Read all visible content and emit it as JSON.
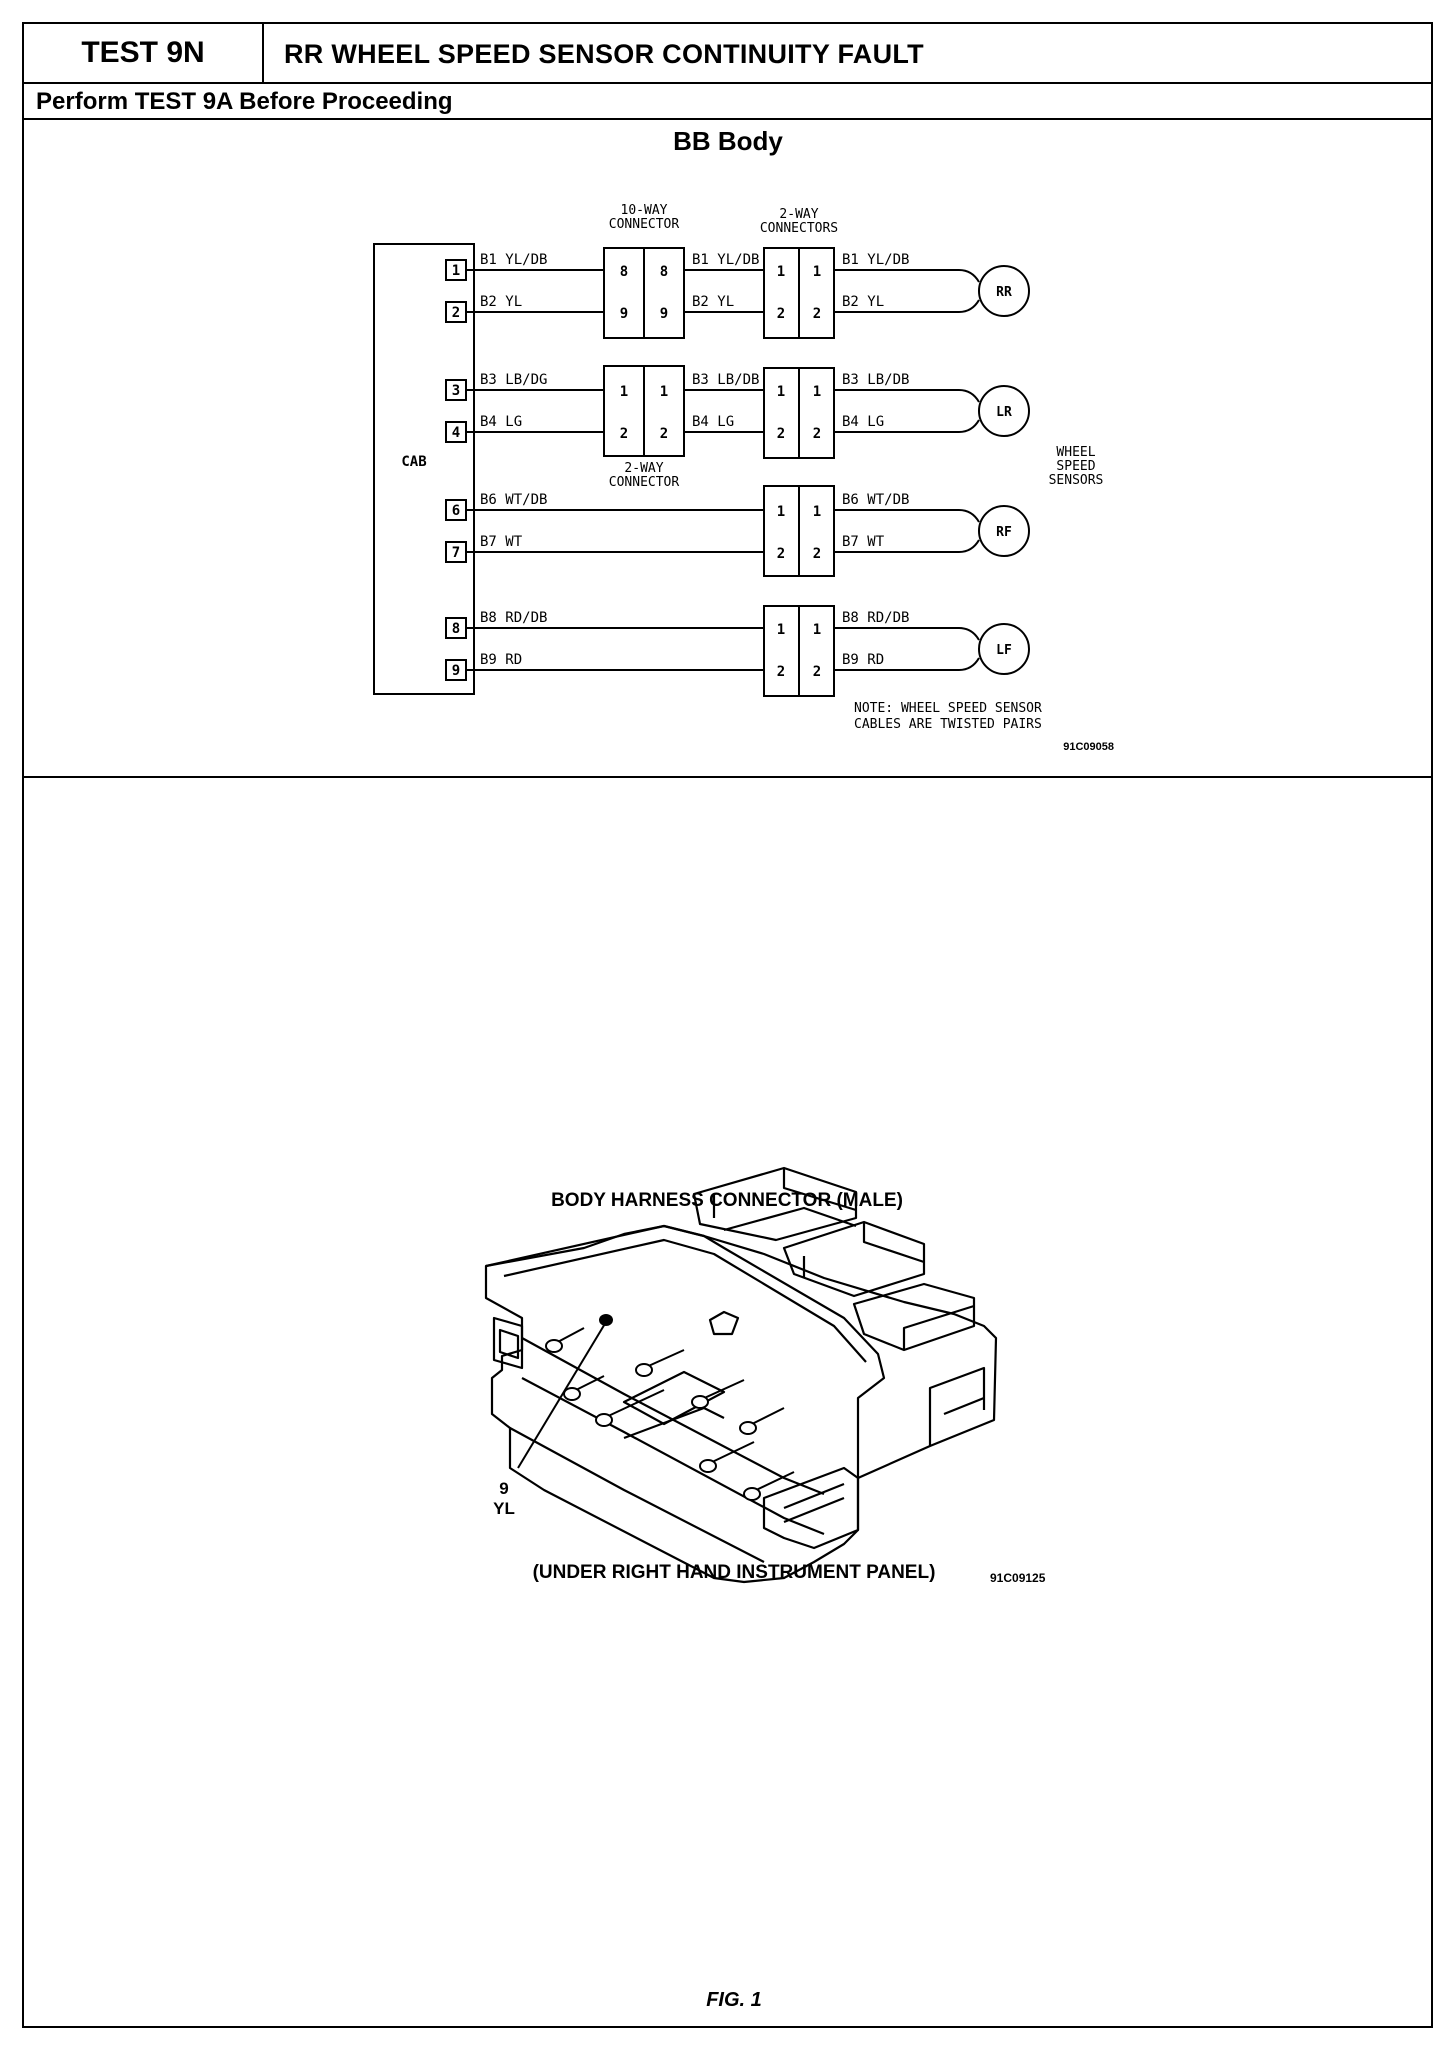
{
  "header": {
    "test_id": "TEST 9N",
    "title": "RR WHEEL SPEED SENSOR CONTINUITY FAULT",
    "prerequisite": "Perform TEST 9A Before Proceeding"
  },
  "schematic": {
    "title": "BB Body",
    "cab_label": "CAB",
    "cab_pins": [
      "1",
      "2",
      "3",
      "4",
      "6",
      "7",
      "8",
      "9"
    ],
    "connector_10way_label": [
      "10-WAY",
      "CONNECTOR"
    ],
    "connector_2way_label": [
      "2-WAY",
      "CONNECTOR"
    ],
    "connectors_2way_label": [
      "2-WAY",
      "CONNECTORS"
    ],
    "wires": {
      "b1": "B1 YL/DB",
      "b2": "B2 YL",
      "b3_left": "B3 LB/DG",
      "b3_right": "B3 LB/DB",
      "b4": "B4 LG",
      "b6": "B6 WT/DB",
      "b7": "B7 WT",
      "b8": "B8 RD/DB",
      "b9": "B9 RD"
    },
    "pins_10way": [
      "8",
      "9"
    ],
    "pins_2way": [
      "1",
      "2"
    ],
    "sensors": [
      "RR",
      "LR",
      "RF",
      "LF"
    ],
    "sensors_label": [
      "WHEEL",
      "SPEED",
      "SENSORS"
    ],
    "note": [
      "NOTE: WHEEL SPEED SENSOR",
      "CABLES ARE TWISTED PAIRS"
    ],
    "figure_code": "91C09058"
  },
  "connector_figure": {
    "title": "BODY HARNESS CONNECTOR (MALE)",
    "pin_callout_number": "9",
    "pin_callout_color": "YL",
    "location": "(UNDER RIGHT HAND INSTRUMENT PANEL)",
    "figure_code": "91C09125",
    "caption": "FIG. 1"
  }
}
